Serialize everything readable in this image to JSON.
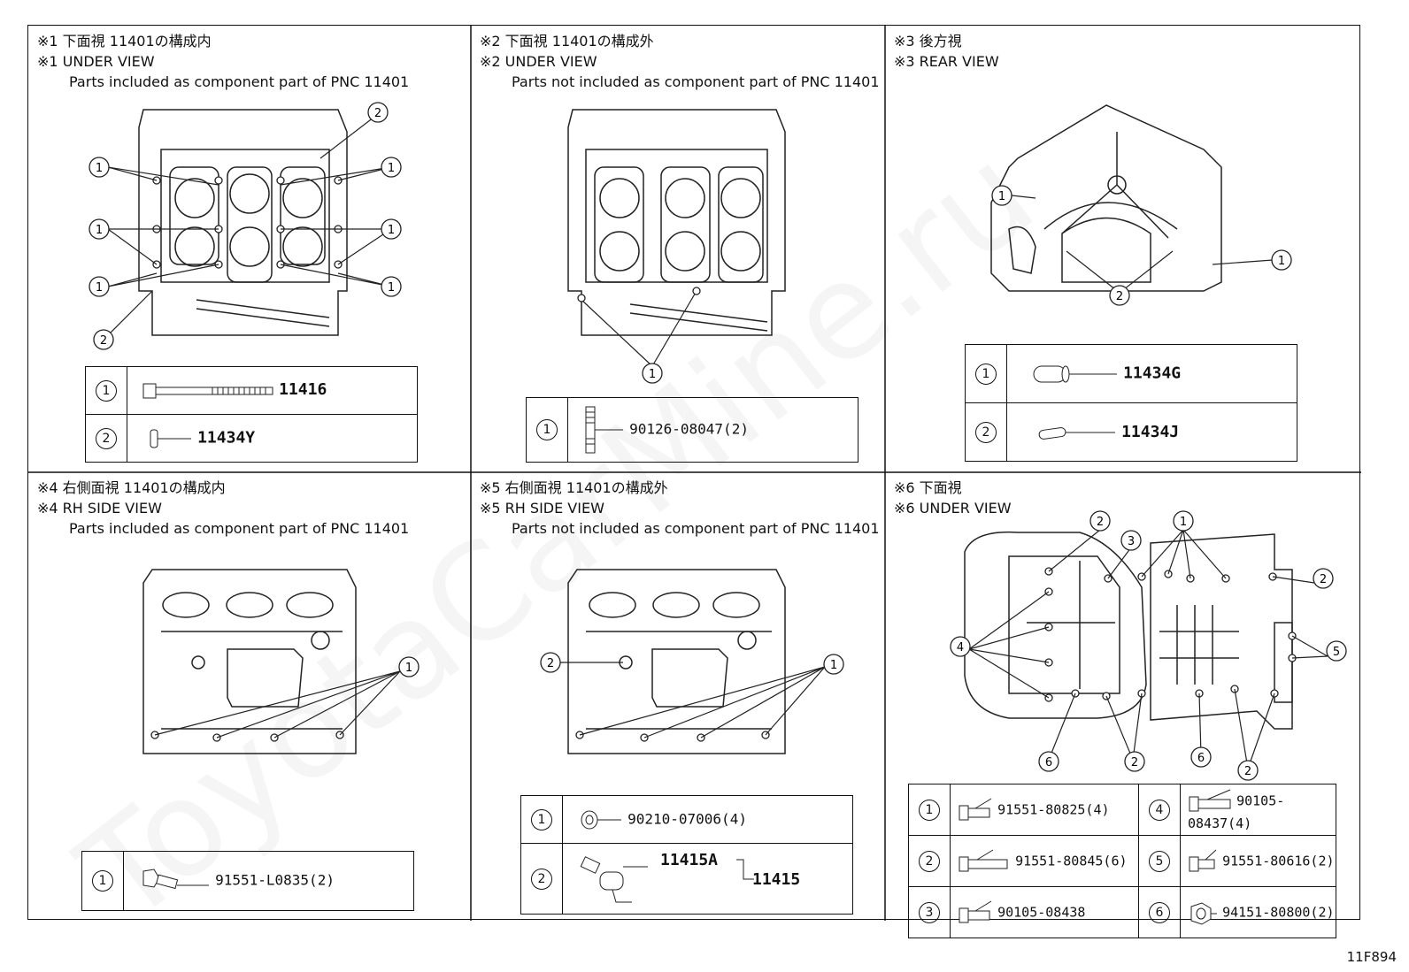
{
  "watermark": "ToyotaCarMine.ru",
  "figure_code": "11F894",
  "panels": [
    {
      "jp": "※1 下面視 11401の構成内",
      "en": "※1 UNDER VIEW",
      "desc": "Parts included as component part of PNC 11401",
      "parts": [
        {
          "n": "1",
          "pn": "11416"
        },
        {
          "n": "2",
          "pn": "11434Y"
        }
      ]
    },
    {
      "jp": "※2 下面視 11401の構成外",
      "en": "※2 UNDER VIEW",
      "desc": "Parts not included as component part of PNC 11401",
      "parts": [
        {
          "n": "1",
          "pn": "90126-08047(2)"
        }
      ]
    },
    {
      "jp": "※3 後方視",
      "en": "※3 REAR VIEW",
      "desc": "",
      "parts": [
        {
          "n": "1",
          "pn": "11434G"
        },
        {
          "n": "2",
          "pn": "11434J"
        }
      ]
    },
    {
      "jp": "※4 右側面視 11401の構成内",
      "en": "※4 RH SIDE VIEW",
      "desc": "Parts included as component part of PNC 11401",
      "parts": [
        {
          "n": "1",
          "pn": "91551-L0835(2)"
        }
      ]
    },
    {
      "jp": "※5 右側面視 11401の構成外",
      "en": "※5 RH SIDE VIEW",
      "desc": "Parts not included as component part of PNC 11401",
      "parts": [
        {
          "n": "1",
          "pn": "90210-07006(4)"
        },
        {
          "n": "2",
          "pn": "11415A",
          "pn2": "11415"
        }
      ]
    },
    {
      "jp": "※6 下面視",
      "en": "※6 UNDER VIEW",
      "desc": "",
      "parts": [
        {
          "n": "1",
          "pn": "91551-80825(4)"
        },
        {
          "n": "2",
          "pn": "91551-80845(6)"
        },
        {
          "n": "3",
          "pn": "90105-08438"
        },
        {
          "n": "4",
          "pn": "90105-08437(4)"
        },
        {
          "n": "5",
          "pn": "91551-80616(2)"
        },
        {
          "n": "6",
          "pn": "94151-80800(2)"
        }
      ]
    }
  ]
}
